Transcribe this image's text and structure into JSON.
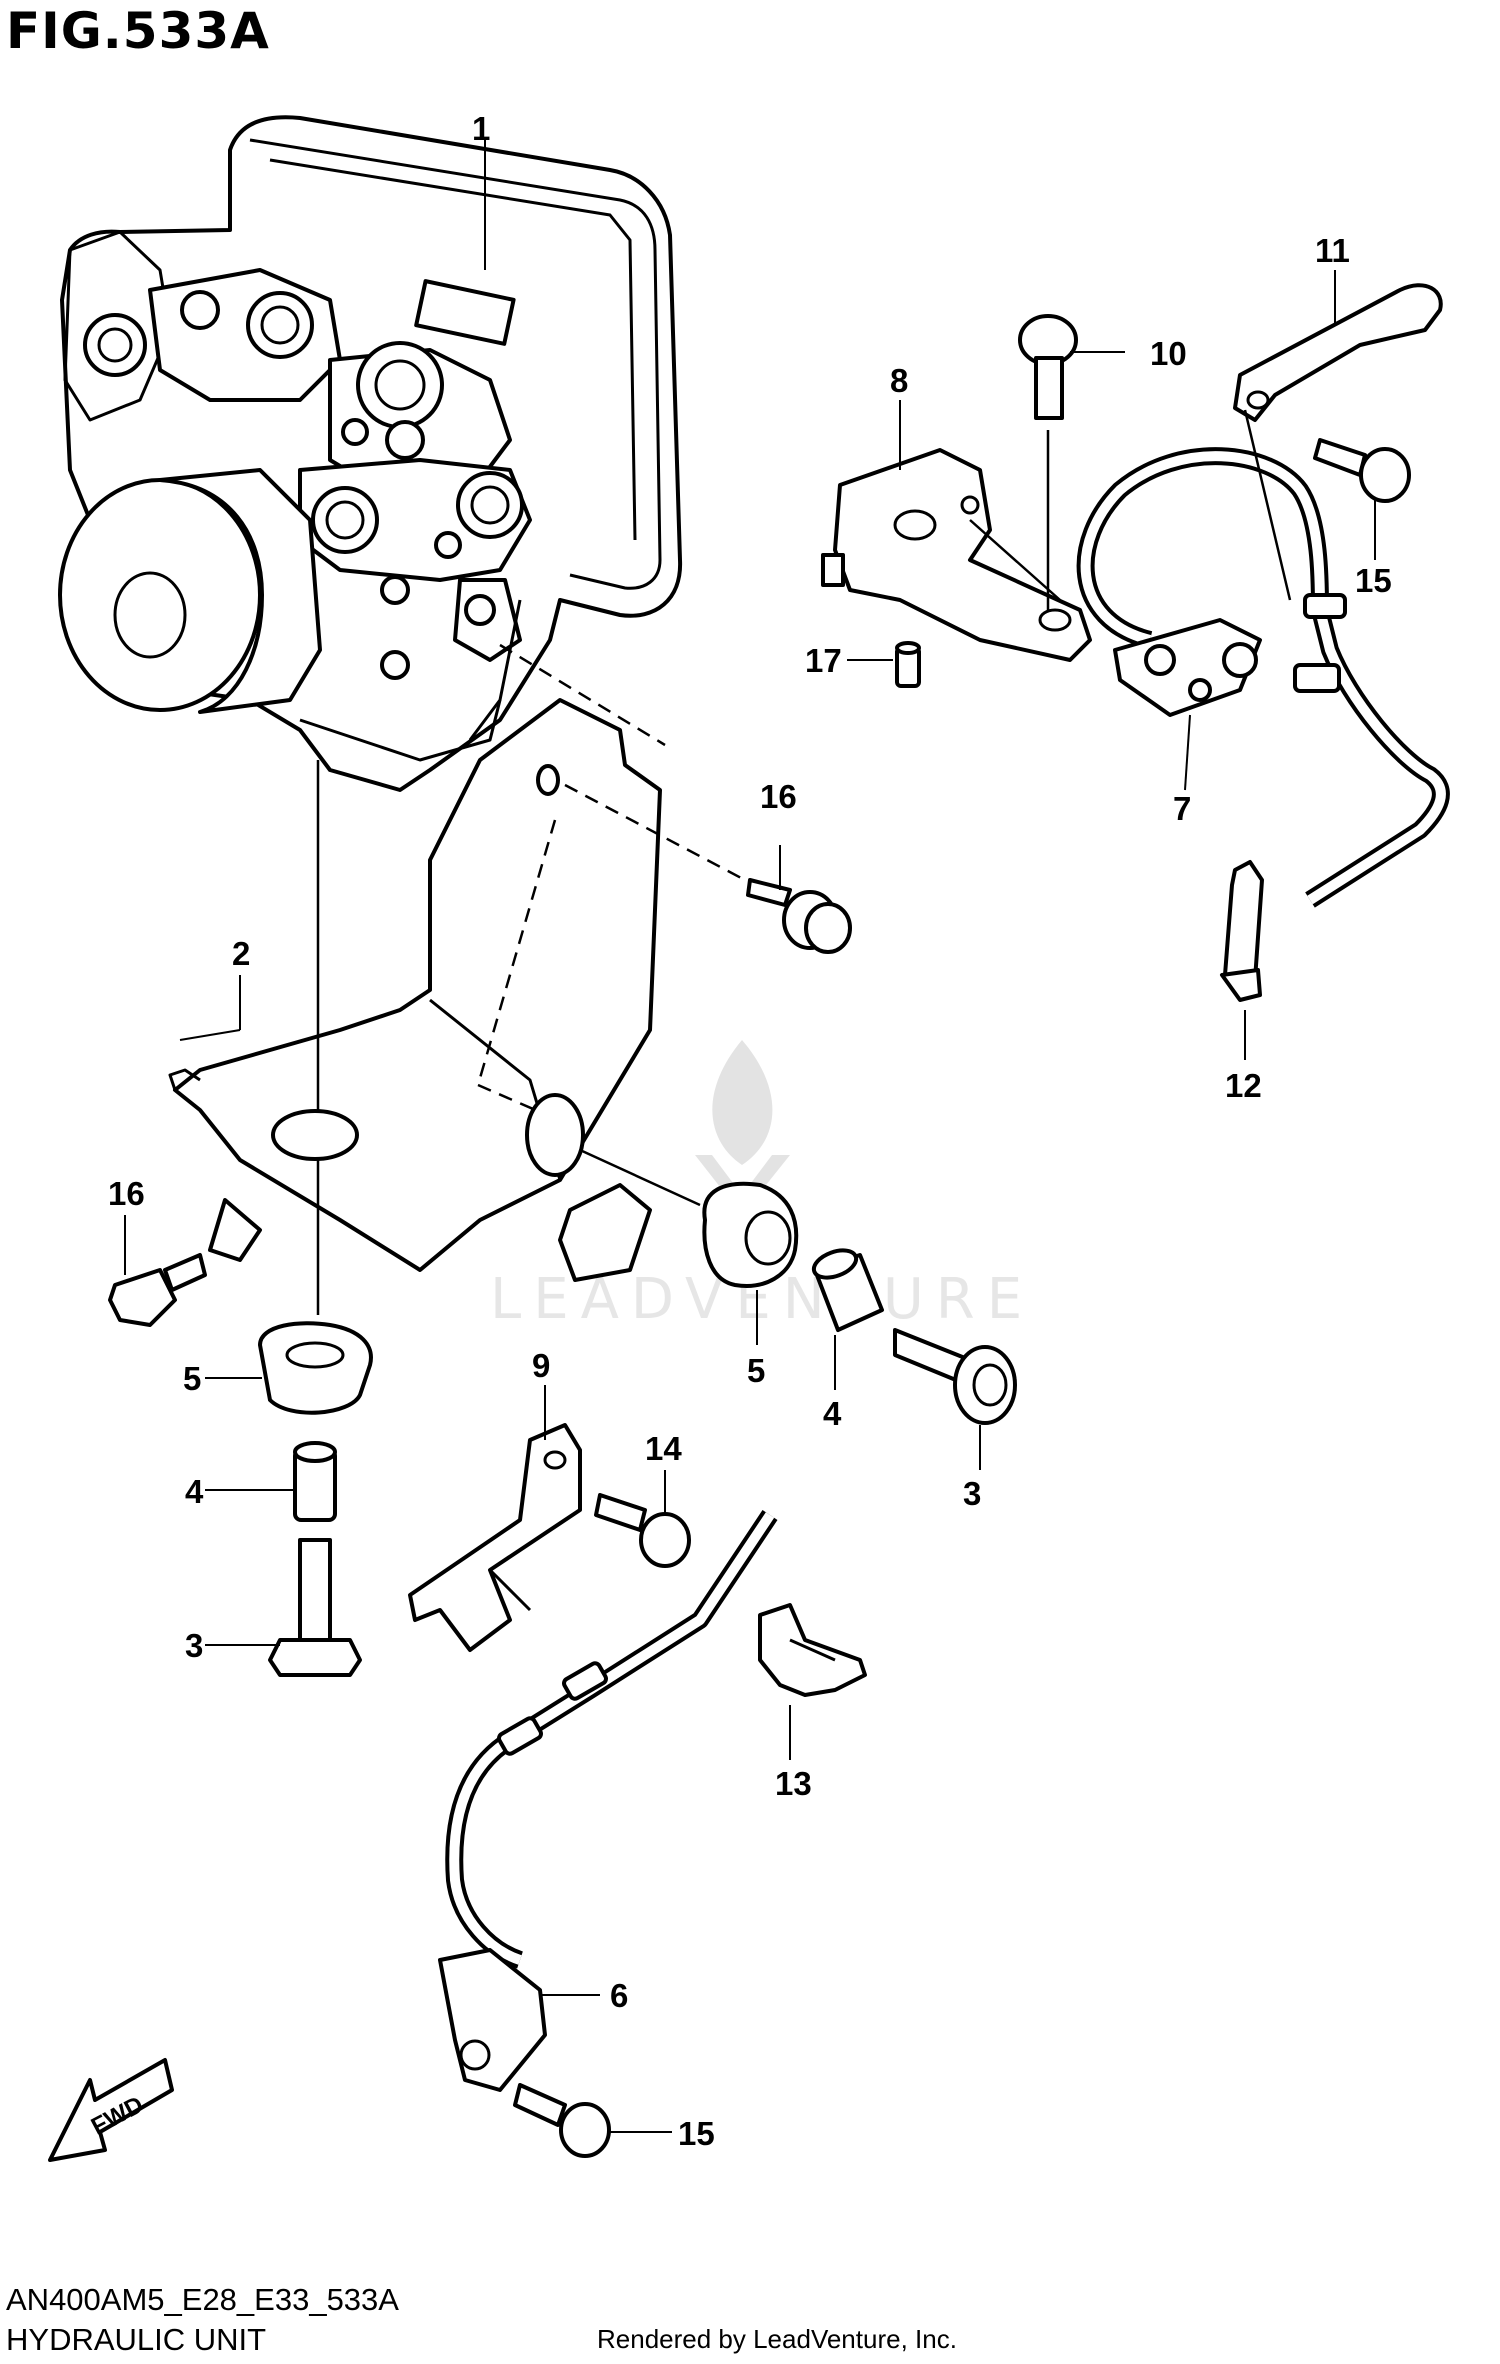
{
  "figure": {
    "title": "FIG.533A",
    "code": "AN400AM5_E28_E33_533A",
    "name": "HYDRAULIC UNIT",
    "credit": "Rendered by LeadVenture, Inc."
  },
  "watermark": "LEADVENTURE",
  "fwd_label": "FWD",
  "callouts": [
    "1",
    "11",
    "10",
    "8",
    "15",
    "17",
    "7",
    "16",
    "2",
    "12",
    "16",
    "5",
    "9",
    "14",
    "5",
    "4",
    "4",
    "3",
    "3",
    "13",
    "6",
    "15"
  ]
}
